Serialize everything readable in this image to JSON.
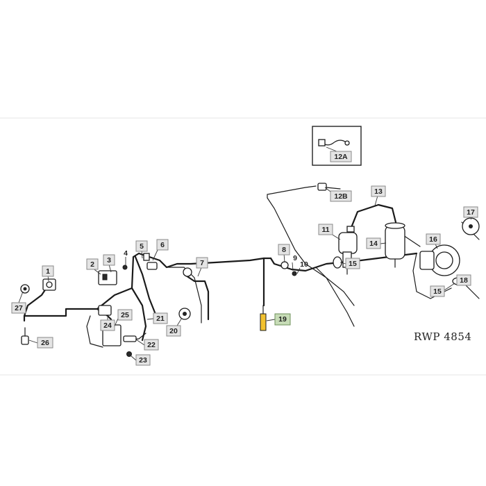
{
  "drawing_code": "RWP 4854",
  "callouts": {
    "c1": "1",
    "c2": "2",
    "c3": "3",
    "c4": "4",
    "c5": "5",
    "c6": "6",
    "c7": "7",
    "c8": "8",
    "c9": "9",
    "c10": "10",
    "c11": "11",
    "c12a": "12A",
    "c12b": "12B",
    "c13": "13",
    "c14": "14",
    "c15a": "15",
    "c15b": "15",
    "c16": "16",
    "c17": "17",
    "c18": "18",
    "c19": "19",
    "c20": "20",
    "c21": "21",
    "c22": "22",
    "c23": "23",
    "c24": "24",
    "c25": "25",
    "c26": "26",
    "c27": "27"
  },
  "highlighted_callout": "19",
  "colors": {
    "callout_fill": "#e4e4e4",
    "highlight_fill": "#c7dcb7",
    "line": "#1a1a1a"
  }
}
